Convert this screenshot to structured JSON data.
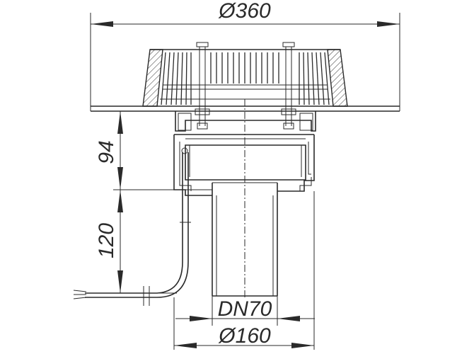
{
  "dimensions": {
    "top_width": "Ø360",
    "upper_height": "94",
    "lower_height": "120",
    "inner_width": "DN70",
    "outer_width": "Ø160"
  },
  "colors": {
    "line": "#2a2a2a",
    "background": "#ffffff"
  }
}
